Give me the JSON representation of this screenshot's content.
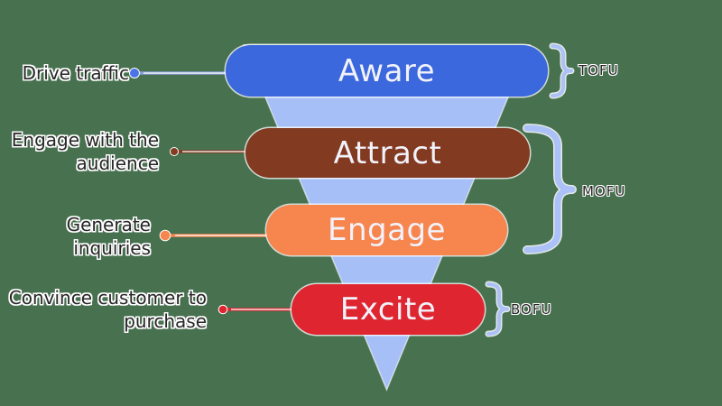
{
  "colors": {
    "background": "#47714f",
    "funnel_triangle": "#a6bff7",
    "brace": "#abc1f7",
    "bar_text": "#f2f2fb",
    "label_text": "#272727"
  },
  "funnel_stages": [
    {
      "label": "Aware",
      "color": "#3b68dc",
      "stage_group": "TOFU"
    },
    {
      "label": "Attract",
      "color": "#823a21",
      "stage_group": "MOFU"
    },
    {
      "label": "Engage",
      "color": "#f7854e",
      "stage_group": "MOFU"
    },
    {
      "label": "Excite",
      "color": "#df2630",
      "stage_group": "BOFU"
    }
  ],
  "left_labels": {
    "aware": {
      "line1": "Drive traffic"
    },
    "attract": {
      "line1": "Engage with the",
      "line2": "audience"
    },
    "engage": {
      "line1": "Generate",
      "line2": "inquiries"
    },
    "excite": {
      "line1": "Convince customer to",
      "line2": "purchase"
    }
  },
  "right_labels": {
    "tofu": "TOFU",
    "mofu": "MOFU",
    "bofu": "BOFU"
  },
  "connectors": {
    "aware": {
      "dot": "#4a74e8",
      "line": "#8aa0d6"
    },
    "attract": {
      "dot": "#823a21",
      "line": "#823a21"
    },
    "engage": {
      "dot": "#f7854e",
      "line": "#f7854e"
    },
    "excite": {
      "dot": "#df2630",
      "line": "#df2630"
    }
  }
}
